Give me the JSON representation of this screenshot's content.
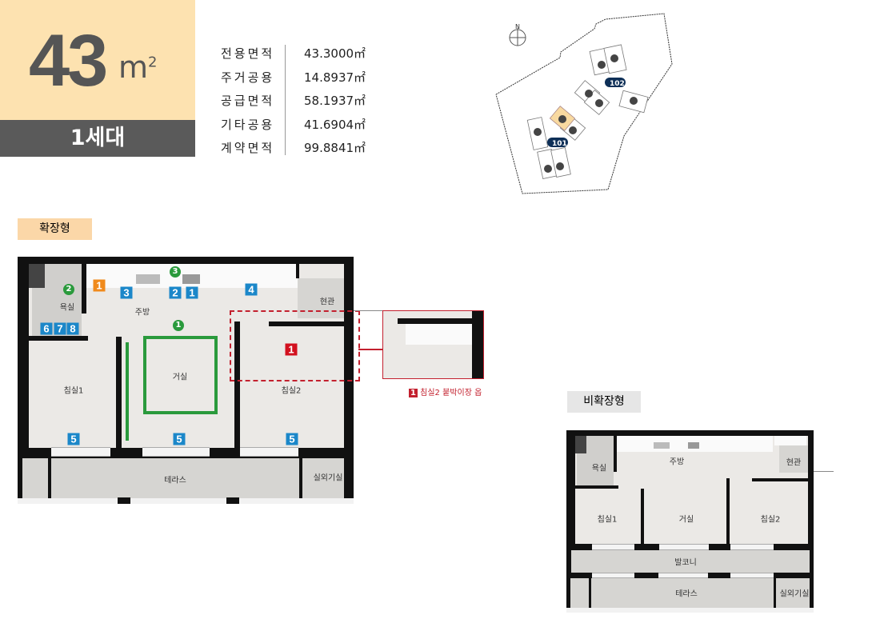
{
  "header": {
    "size_number": "43",
    "size_unit": "m",
    "size_sup": "2",
    "households": "1세대"
  },
  "areas": [
    {
      "label": "전용면적",
      "value": "43.3000㎡"
    },
    {
      "label": "주거공용",
      "value": "14.8937㎡"
    },
    {
      "label": "공급면적",
      "value": "58.1937㎡"
    },
    {
      "label": "기타공용",
      "value": "41.6904㎡"
    },
    {
      "label": "계약면적",
      "value": "99.8841㎡"
    }
  ],
  "site_plan": {
    "north": "N",
    "buildings": [
      "101",
      "102"
    ],
    "highlight_color": "#f8d9a0",
    "badge_color": "#0e2f57"
  },
  "expanded": {
    "label": "확장형",
    "rooms": {
      "bath": "욕실",
      "kitchen": "주방",
      "living": "거실",
      "bed1": "침실1",
      "bed2": "침실2",
      "entry": "현관",
      "terrace": "테라스",
      "outdoor_unit": "실외기실"
    },
    "markers": {
      "orange1": "1",
      "m3": "3",
      "m2": "2",
      "m1": "1",
      "m4": "4",
      "m6": "6",
      "m7": "7",
      "m8": "8",
      "m5": "5",
      "g1": "1",
      "g2": "2",
      "g3": "3",
      "red1": "1"
    },
    "caption_num": "1",
    "caption": "침실2 붙박이장 옵"
  },
  "non_expanded": {
    "label": "비확장형",
    "rooms": {
      "bath": "욕실",
      "kitchen": "주방",
      "living": "거실",
      "bed1": "침실1",
      "bed2": "침실2",
      "entry": "현관",
      "balcony": "발코니",
      "terrace": "테라스",
      "outdoor_unit": "실외기실"
    }
  }
}
